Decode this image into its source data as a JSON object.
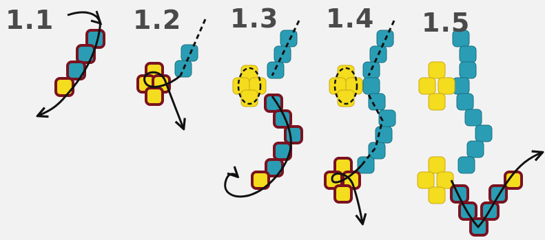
{
  "diagram": {
    "steps": [
      {
        "label": "1.1"
      },
      {
        "label": "1.2"
      },
      {
        "label": "1.3"
      },
      {
        "label": "1.4"
      },
      {
        "label": "1.5"
      }
    ],
    "colors": {
      "background": "#f2f2f2",
      "teal_bead": "#2a9db5",
      "yellow_bead": "#f4dc1e",
      "highlight_outline": "#7a1220",
      "thread": "#111111",
      "label_text": "#4a4a4a"
    },
    "icons": [
      "thread-arrow-icon",
      "dashed-thread-icon"
    ]
  }
}
